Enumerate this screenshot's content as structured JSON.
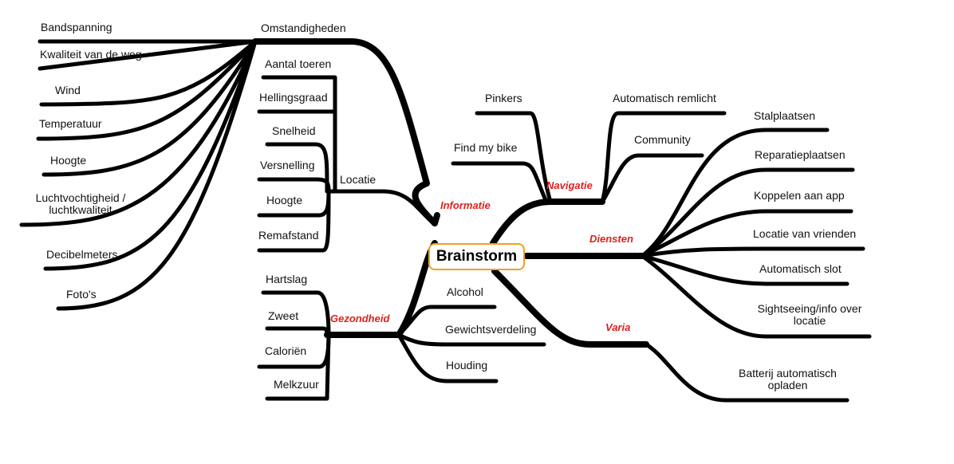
{
  "central": "Brainstorm",
  "categories": {
    "informatie": "Informatie",
    "navigatie": "Navigatie",
    "diensten": "Diensten",
    "varia": "Varia",
    "gezondheid": "Gezondheid"
  },
  "omstandigheden": {
    "title": "Omstandigheden",
    "items": [
      "Bandspanning",
      "Kwaliteit van de weg",
      "Wind",
      "Temperatuur",
      "Hoogte",
      "Luchtvochtigheid  /",
      "luchtkwaliteit",
      "Decibelmeters",
      "Foto's"
    ]
  },
  "locatie": {
    "title": "Locatie",
    "items": [
      "Aantal toeren",
      "Hellingsgraad",
      "Snelheid",
      "Versnelling",
      "Hoogte",
      "Remafstand"
    ]
  },
  "navigatie": {
    "items": [
      "Pinkers",
      "Find my bike",
      "Automatisch remlicht",
      "Community"
    ]
  },
  "diensten": {
    "items": [
      "Stalplaatsen",
      "Reparatieplaatsen",
      "Koppelen aan app",
      "Locatie van vrienden",
      "Automatisch slot",
      "Sightseeing/info  over",
      "locatie"
    ]
  },
  "varia": {
    "items": [
      "Batterij  automatisch",
      "opladen"
    ]
  },
  "gezondheid": {
    "items": [
      "Hartslag",
      "Zweet",
      "Caloriën",
      "Melkzuur",
      "Alcohol",
      "Gewichtsverdeling",
      "Houding"
    ]
  }
}
